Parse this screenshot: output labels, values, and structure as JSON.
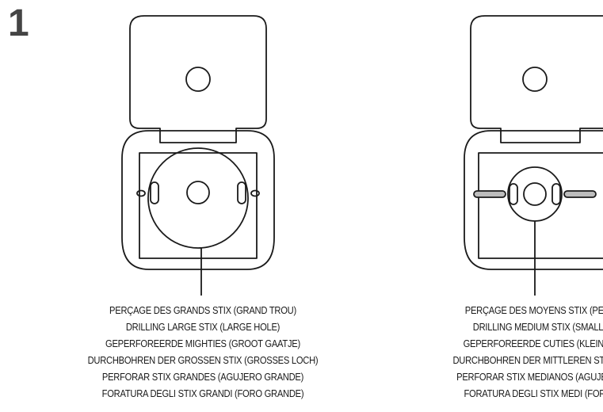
{
  "step": "1",
  "captions": {
    "large": [
      "PERÇAGE DES GRANDS STIX (GRAND TROU)",
      "DRILLING LARGE STIX (LARGE HOLE)",
      "GEPERFOREERDE MIGHTIES (GROOT GAATJE)",
      "DURCHBOHREN DER GROSSEN STIX (GROSSES LOCH)",
      "PERFORAR STIX GRANDES (AGUJERO GRANDE)",
      "FORATURA DEGLI STIX GRANDI (FORO GRANDE)"
    ],
    "medium": [
      "PERÇAGE DES MOYENS STIX (PETI",
      "DRILLING MEDIUM STIX (SMALL",
      "GEPERFOREERDE CUTIES (KLEIN G",
      "DURCHBOHREN DER MITTLEREN STIX (K",
      "PERFORAR STIX MEDIANOS (AGUJERO",
      "FORATURA DEGLI STIX MEDI (FORO"
    ]
  }
}
